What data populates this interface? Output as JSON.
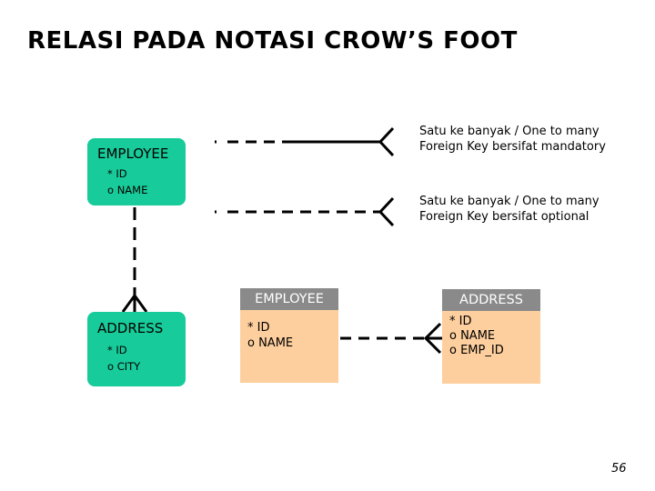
{
  "title": "RELASI PADA NOTASI CROW’S FOOT",
  "entity_employee": {
    "name": "EMPLOYEE",
    "attr_id": "* ID",
    "attr_name": "o NAME"
  },
  "entity_address": {
    "name": "ADDRESS",
    "attr_id": "* ID",
    "attr_city": "o CITY"
  },
  "legend": {
    "mandatory": {
      "line1": "Satu ke banyak / One to many",
      "line2": "Foreign Key bersifat mandatory"
    },
    "optional": {
      "line1": "Satu ke banyak / One to many",
      "line2": "Foreign Key bersifat optional"
    }
  },
  "table_employee": {
    "header": "EMPLOYEE",
    "attr_id": "* ID",
    "attr_name": "o NAME"
  },
  "table_address": {
    "header": "ADDRESS",
    "attr_id": "* ID",
    "attr_name": "o NAME",
    "attr_emp_id": "o EMP_ID"
  },
  "page_number": "56",
  "colors": {
    "entity_green": "#17cc9a",
    "table_header": "#8a8a8a",
    "table_body": "#fecf9e"
  }
}
